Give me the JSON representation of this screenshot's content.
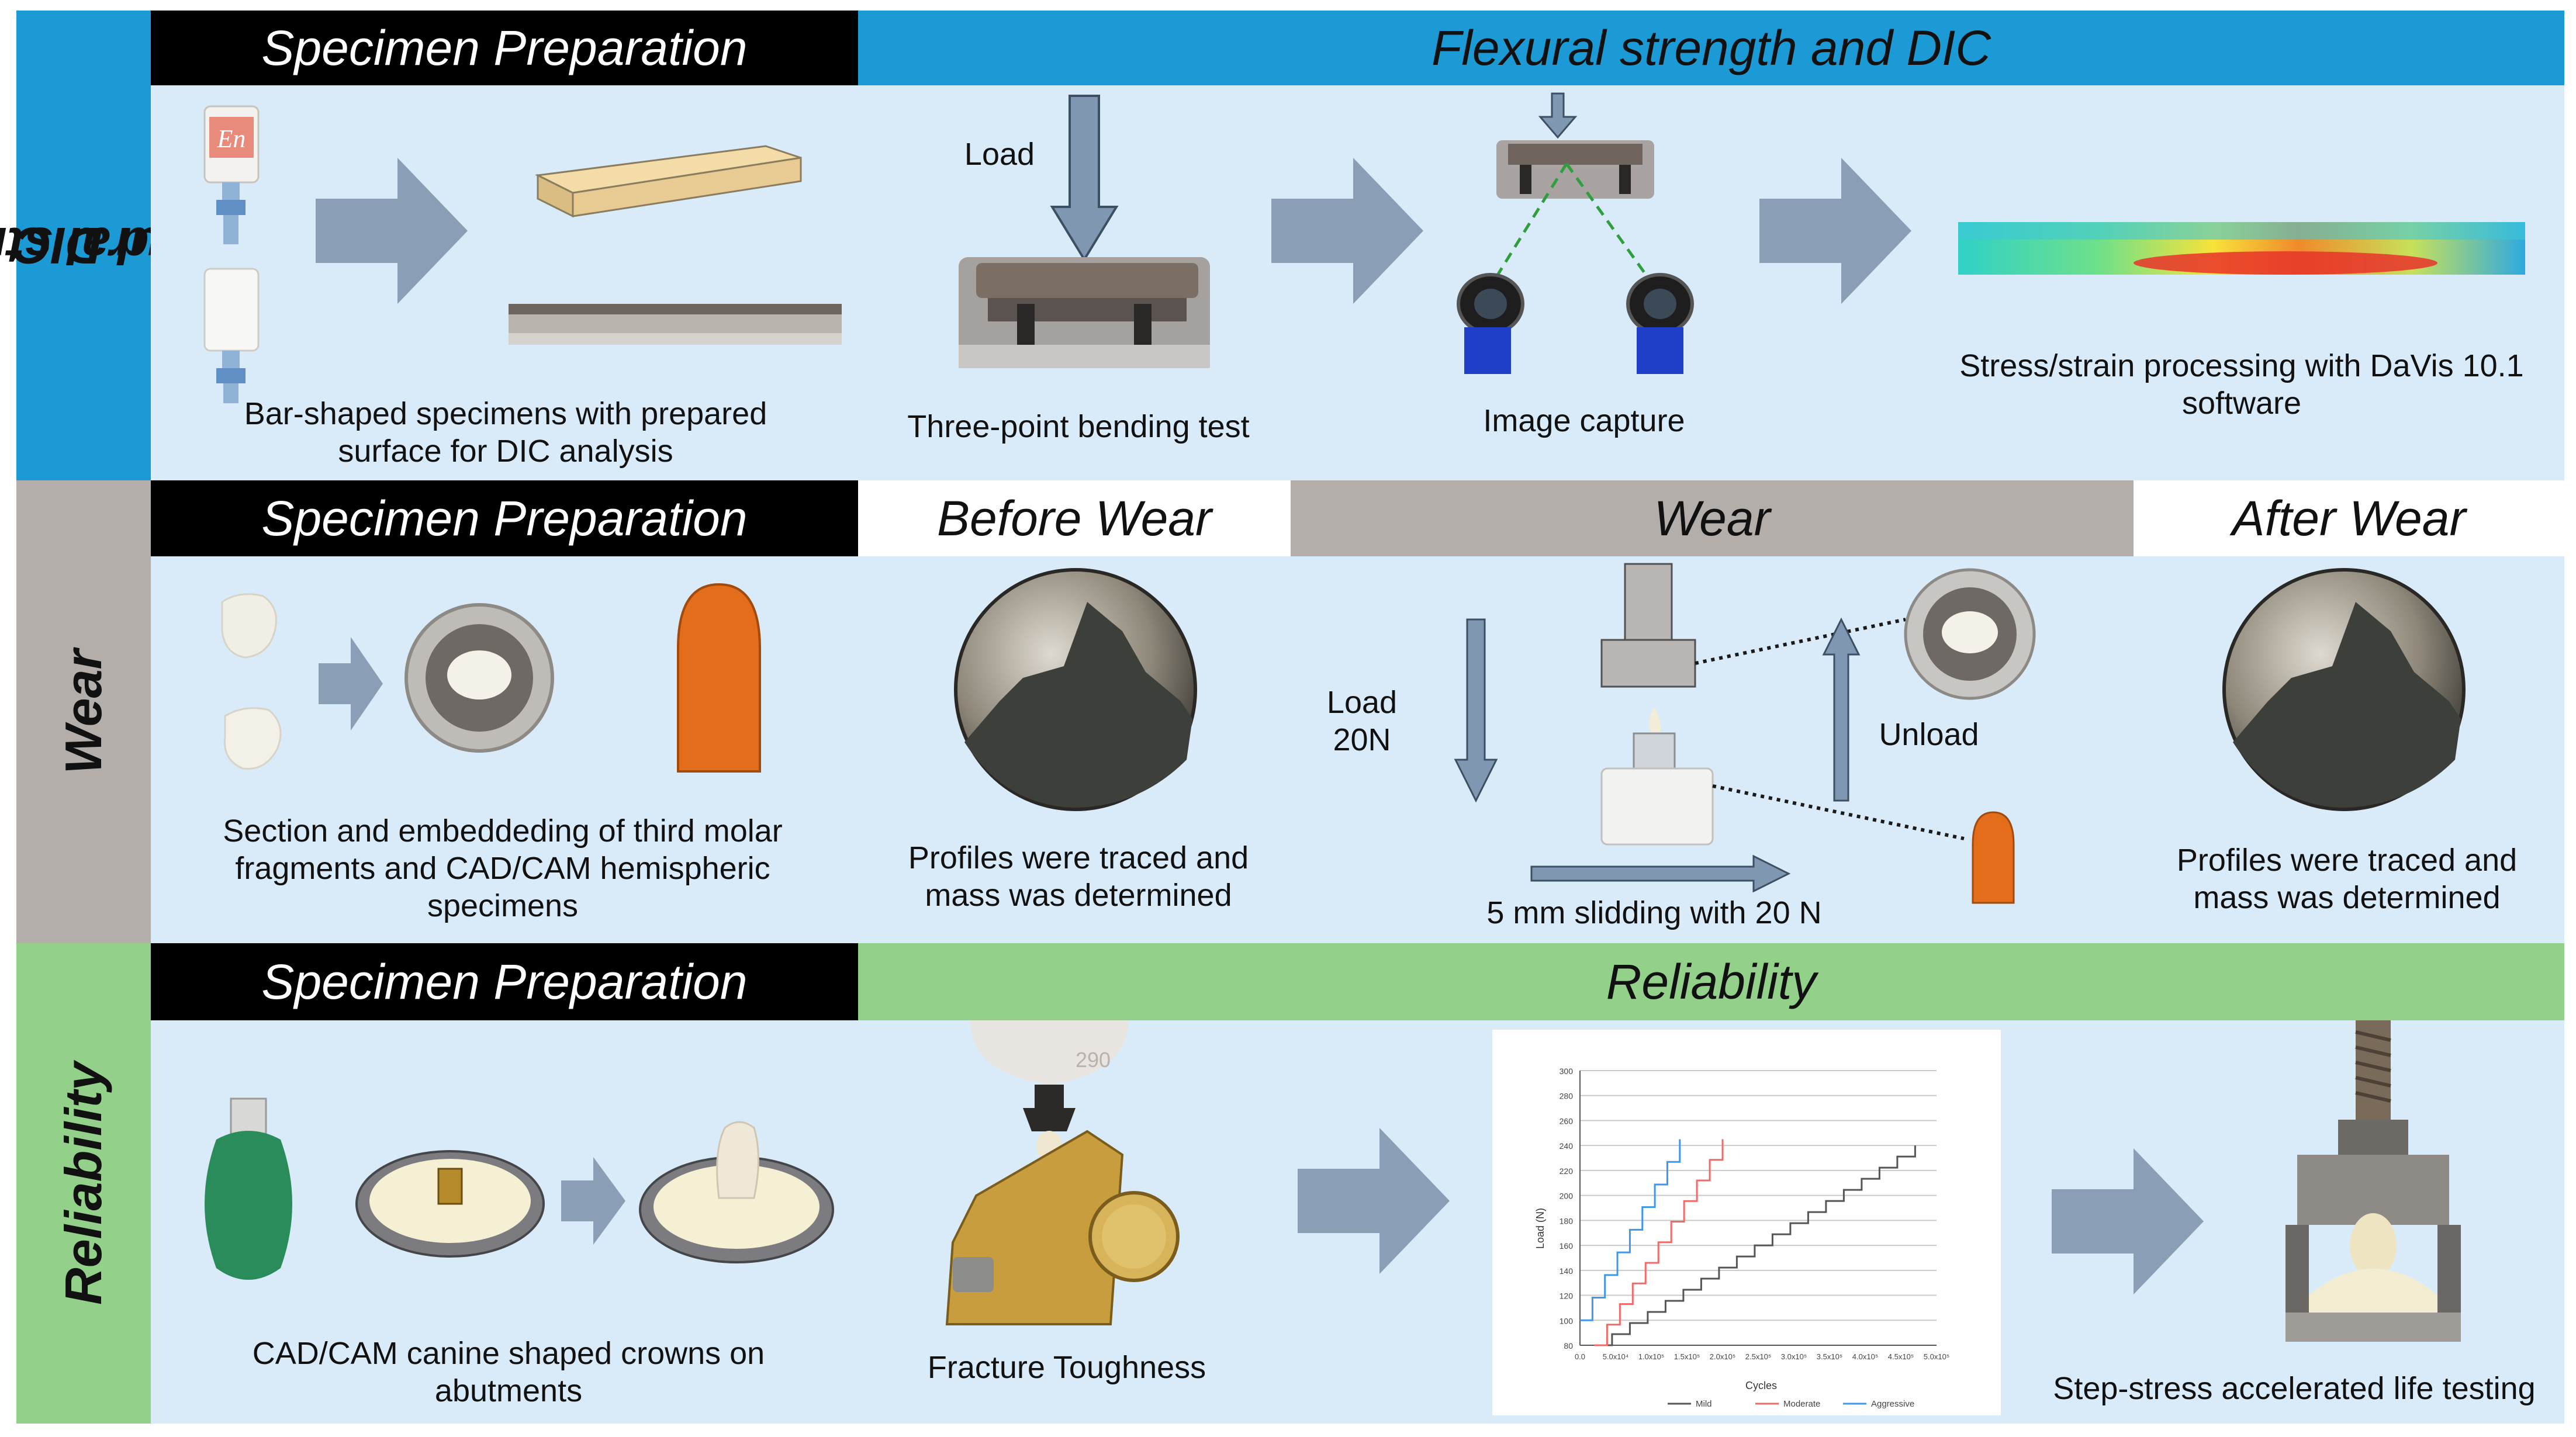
{
  "rows": {
    "flexural": {
      "side_label_line1": "Flexural strength",
      "side_label_line2": "and DIC",
      "header_prep": "Specimen Preparation",
      "header_main": "Flexural strength and DIC",
      "caption_bars": "Bar-shaped specimens with prepared surface for DIC analysis",
      "label_load": "Load",
      "caption_bending": "Three-point bending test",
      "caption_capture": "Image capture",
      "caption_processing": "Stress/strain processing with DaVis 10.1 software",
      "block_logo": "En"
    },
    "wear": {
      "side_label": "Wear",
      "header_prep": "Specimen Preparation",
      "header_before": "Before Wear",
      "header_wear": "Wear",
      "header_after": "After Wear",
      "caption_section": "Section and embeddeding of third molar fragments and CAD/CAM hemispheric specimens",
      "caption_before": "Profiles were traced and mass was determined",
      "label_load_line1": "Load",
      "label_load_line2": "20N",
      "label_unload": "Unload",
      "caption_sliding": "5 mm slidding with 20 N",
      "caption_after": "Profiles were traced and mass was determined"
    },
    "reliability": {
      "side_label": "Reliability",
      "header_prep": "Specimen Preparation",
      "header_main": "Reliability",
      "caption_crowns": "CAD/CAM canine shaped crowns on abutments",
      "caption_fracture": "Fracture Toughness",
      "caption_sslat": "Step-stress accelerated life testing",
      "indenter_mark": "290"
    }
  },
  "colors": {
    "header_black": "#000000",
    "header_blue": "#1c9ad6",
    "header_grey": "#b4aeab",
    "header_green": "#93d08a",
    "band": "#d9ebf8",
    "arrow": "#8a9fb6"
  },
  "chart_data": {
    "type": "line",
    "xlabel": "Cycles",
    "ylabel": "Load (N)",
    "x_ticks": [
      "0.0",
      "5.0x10⁴",
      "1.0x10⁵",
      "1.5x10⁵",
      "2.0x10⁵",
      "2.5x10⁵",
      "3.0x10⁵",
      "3.5x10⁵",
      "4.0x10⁵",
      "4.5x10⁵",
      "5.0x10⁵"
    ],
    "y_ticks": [
      "80",
      "100",
      "120",
      "140",
      "160",
      "180",
      "200",
      "220",
      "240",
      "260",
      "280",
      "300"
    ],
    "xlim": [
      0,
      500000
    ],
    "ylim": [
      80,
      300
    ],
    "legend_position": "bottom",
    "grid": true,
    "series": [
      {
        "name": "Mild",
        "color": "#555555",
        "x": [
          20000,
          470000
        ],
        "y": [
          80,
          240
        ]
      },
      {
        "name": "Moderate",
        "color": "#f06a6a",
        "x": [
          20000,
          200000
        ],
        "y": [
          80,
          245
        ]
      },
      {
        "name": "Aggressive",
        "color": "#3f97e8",
        "x": [
          0,
          140000
        ],
        "y": [
          100,
          245
        ]
      }
    ]
  }
}
